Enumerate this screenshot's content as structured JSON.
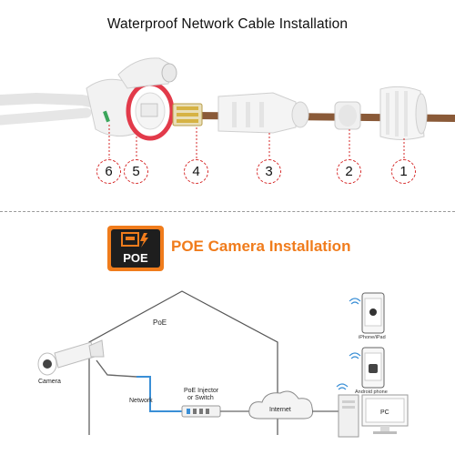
{
  "header": {
    "title": "Waterproof Network Cable Installation"
  },
  "parts": [
    {
      "number": "6"
    },
    {
      "number": "5"
    },
    {
      "number": "4"
    },
    {
      "number": "3"
    },
    {
      "number": "2"
    },
    {
      "number": "1"
    }
  ],
  "poe": {
    "logo_text": "POE",
    "title": "POE Camera Installation"
  },
  "network": {
    "house_label": "PoE",
    "camera_label": "Camera",
    "network_label": "Network",
    "injector_label_line1": "PoE Injector",
    "injector_label_line2": "or Switch",
    "internet_label": "Internet",
    "pc_label": "PC",
    "iphone_label": "iPhone/iPad",
    "android_label": "Android phone"
  },
  "colors": {
    "accent_orange": "#f07c1c",
    "marker_red": "#d62828",
    "cable_blue": "#3a8fd6",
    "wire_brown": "#8a5a38"
  }
}
